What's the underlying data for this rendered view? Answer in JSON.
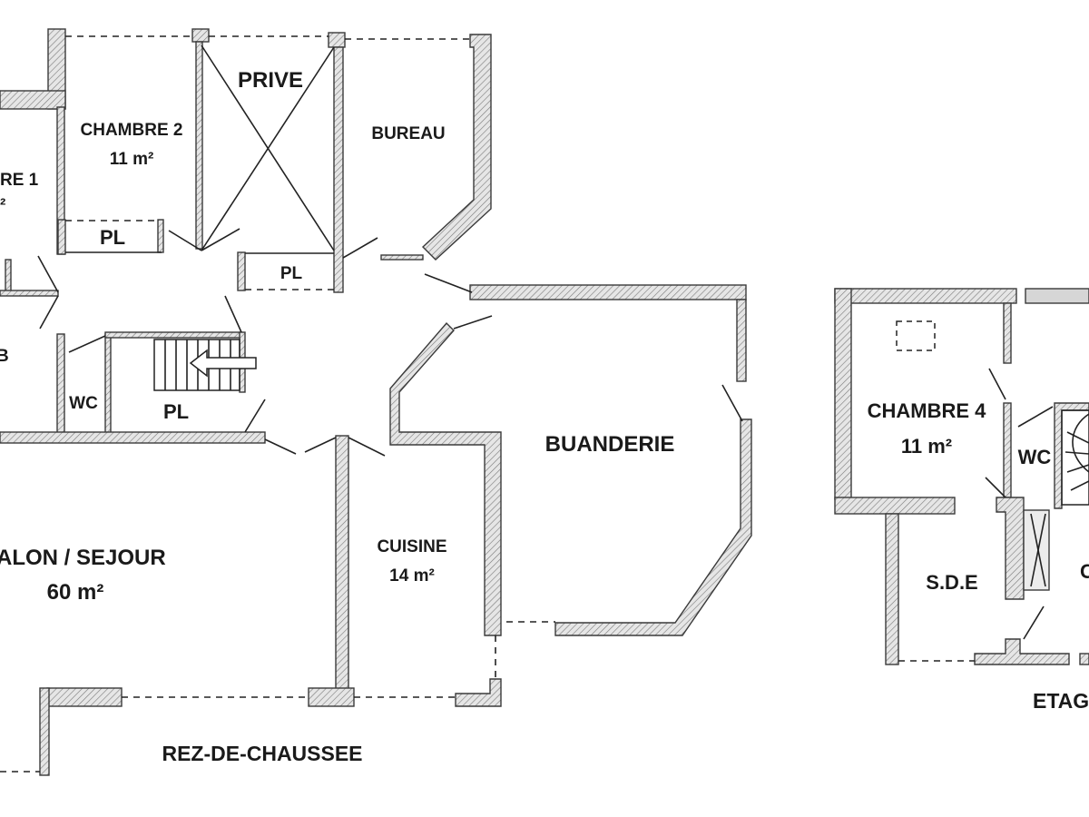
{
  "rooms": {
    "chambre1": "RE 1",
    "chambre1_area": "²",
    "chambre2": "CHAMBRE 2",
    "chambre2_area": "11 m²",
    "prive": "PRIVE",
    "bureau": "BUREAU",
    "pl_chambre2": "PL",
    "pl_prive": "PL",
    "sdb_partial": "B",
    "wc_ground": "WC",
    "pl_stairs": "PL",
    "salon": "ALON / SEJOUR",
    "salon_area": "60 m²",
    "cuisine": "CUISINE",
    "cuisine_area": "14 m²",
    "buanderie": "BUANDERIE",
    "chambre4": "CHAMBRE 4",
    "chambre4_area": "11 m²",
    "wc_upper": "WC",
    "sde": "S.D.E",
    "partial_right": "C"
  },
  "floors": {
    "ground": "REZ-DE-CHAUSSEE",
    "upper": "ETAG"
  }
}
